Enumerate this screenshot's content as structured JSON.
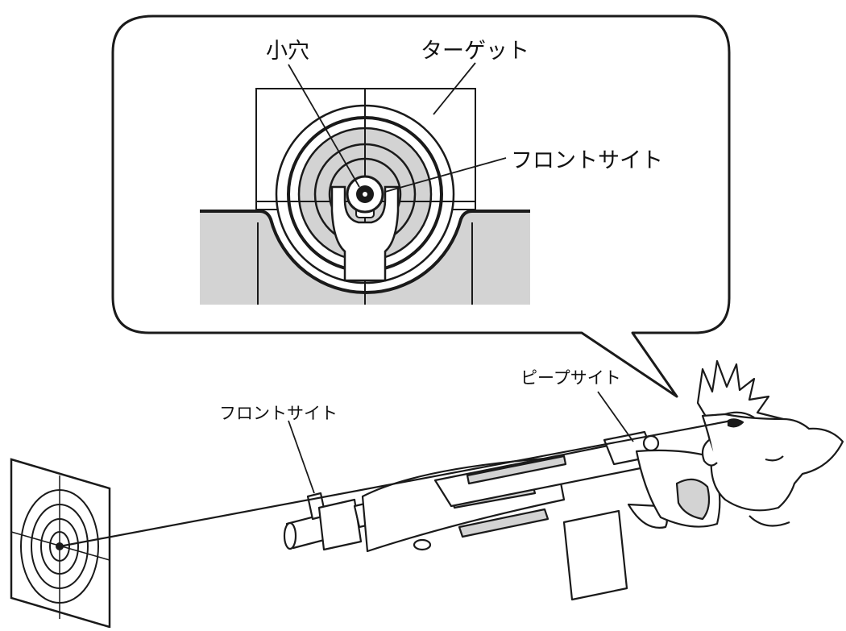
{
  "labels": {
    "small_hole": "小穴",
    "target": "ターゲット",
    "front_sight_inset": "フロントサイト",
    "peep_sight": "ピープサイト",
    "front_sight_rifle": "フロントサイト"
  },
  "colors": {
    "line": "#1a1a1a",
    "shade": "#d3d3d3",
    "background": "#ffffff"
  }
}
